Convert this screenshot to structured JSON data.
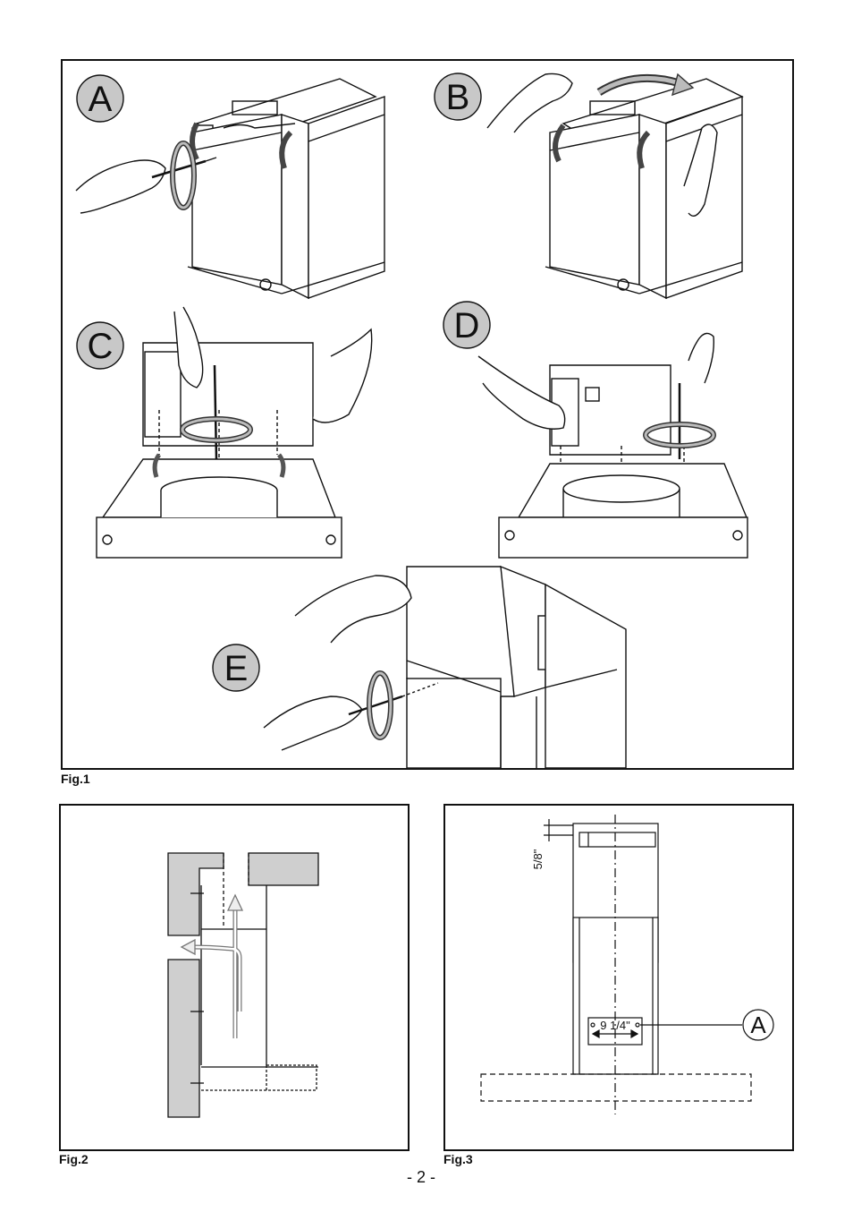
{
  "fig1": {
    "caption": "Fig.1",
    "steps": [
      "A",
      "B",
      "C",
      "D",
      "E"
    ]
  },
  "fig2": {
    "caption": "Fig.2"
  },
  "fig3": {
    "caption": "Fig.3",
    "dim_top": "5/8\"",
    "dim_width": "9 1/4\"",
    "callout": "A"
  },
  "footer": {
    "page_number": "- 2 -"
  },
  "colors": {
    "circle_fill": "#c8c8c8",
    "wall_fill": "#cfcfcf",
    "line": "#111111"
  }
}
